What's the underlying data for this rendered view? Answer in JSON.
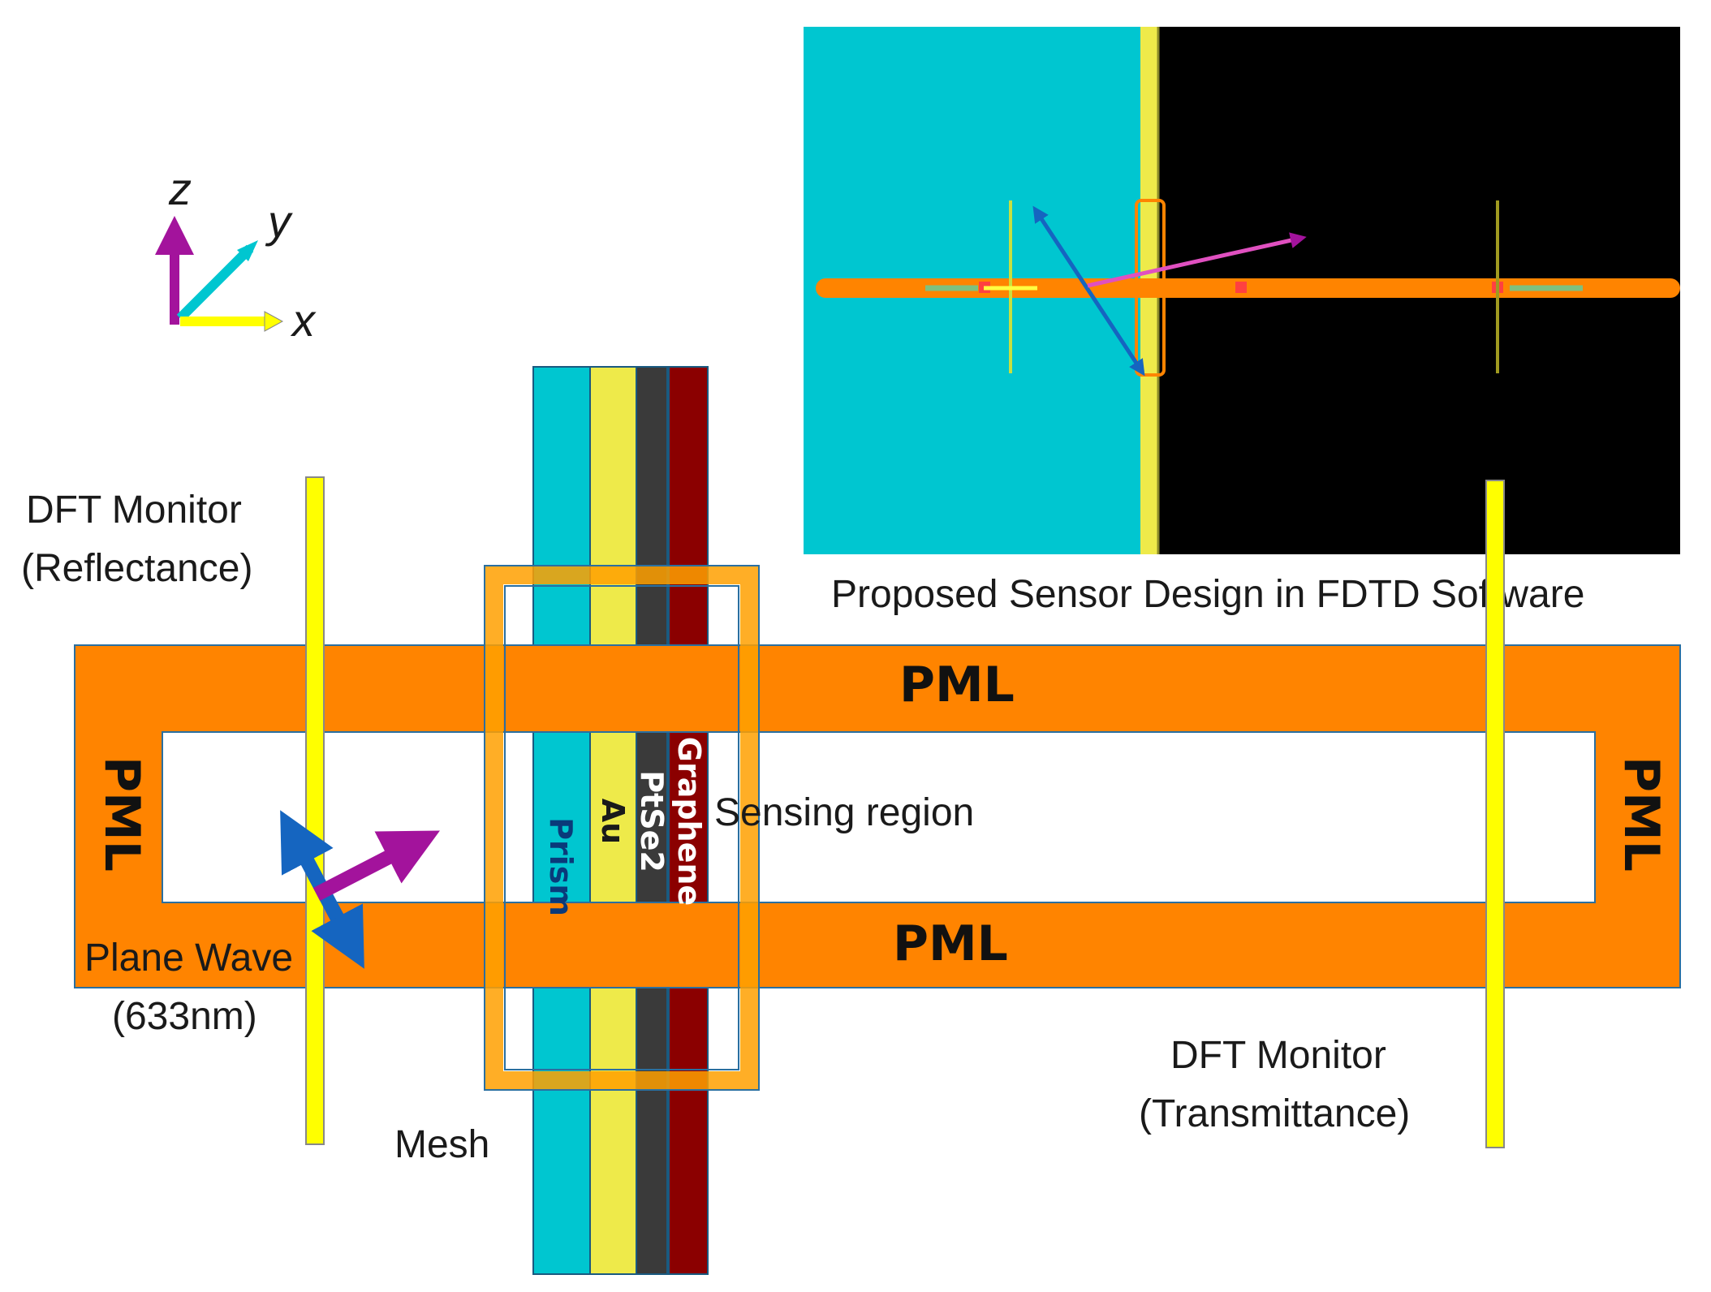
{
  "axes": {
    "z": "z",
    "y": "y",
    "x": "x"
  },
  "labels": {
    "dft_reflectance_line1": "DFT Monitor",
    "dft_reflectance_line2": "(Reflectance)",
    "dft_transmittance_line1": "DFT Monitor",
    "dft_transmittance_line2": "(Transmittance)",
    "plane_wave_line1": "Plane Wave",
    "plane_wave_line2": "(633nm)",
    "mesh": "Mesh",
    "sensing_region": "Sensing region",
    "pml_top": "PML",
    "pml_bottom": "PML",
    "pml_left": "PML",
    "pml_right": "PML",
    "inset_caption": "Proposed Sensor Design in FDTD Software"
  },
  "layers": {
    "prism": "Prism",
    "au": "Au",
    "ptse2": "PtSe2",
    "graphene": "Graphene"
  },
  "colors": {
    "pml": "#ff8400",
    "prism": "#00c6d0",
    "au": "#eeea4a",
    "ptse2": "#3a3a3a",
    "graphene": "#8b0000",
    "monitor": "#ffff00",
    "arrow_blue": "#1565c0",
    "arrow_magenta": "#a3139c",
    "inset_bg": "#000000"
  }
}
